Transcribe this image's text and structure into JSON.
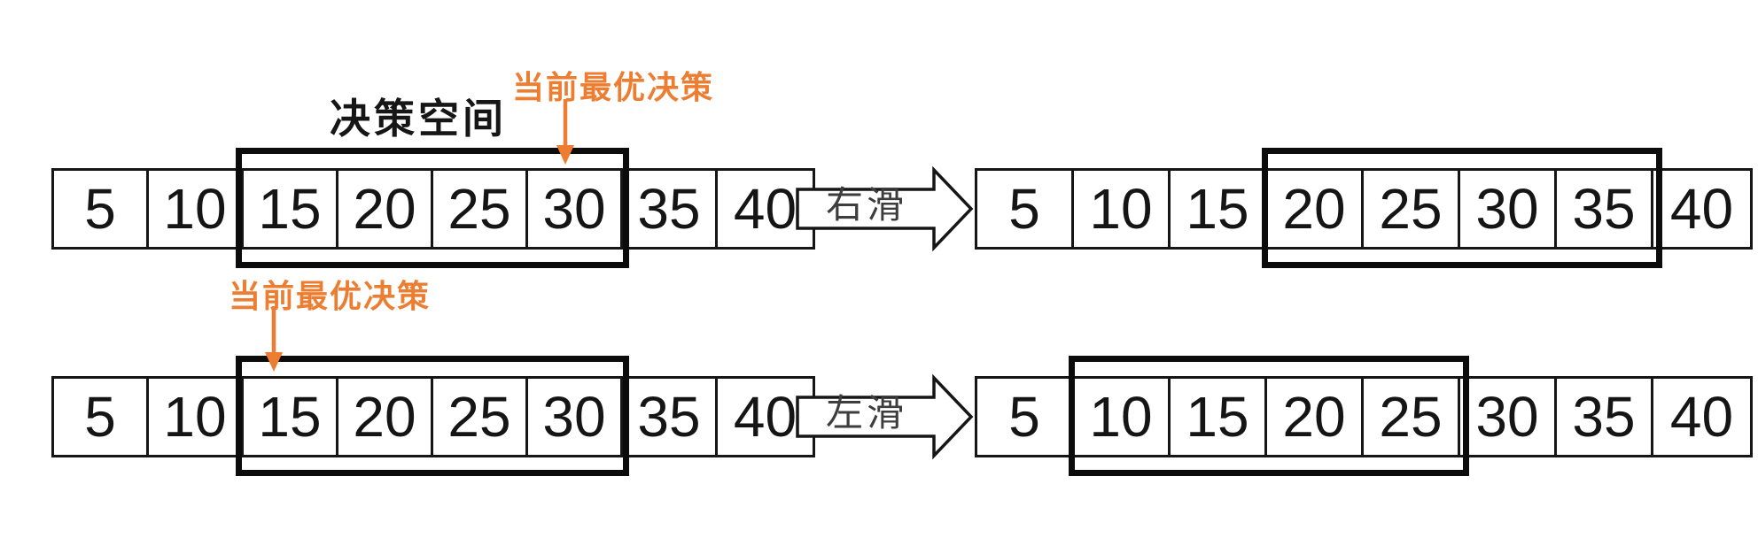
{
  "labels": {
    "decision_space": "决策空间",
    "optimal": "当前最优决策"
  },
  "colors": {
    "accent": "#ED7D31",
    "line": "#161616"
  },
  "row1": {
    "left_array": [
      "5",
      "10",
      "15",
      "20",
      "25",
      "30",
      "35",
      "40"
    ],
    "left_window": [
      "15",
      "20",
      "25",
      "30"
    ],
    "optimal_cell": "30",
    "slide_label": "右滑",
    "right_array": [
      "5",
      "10",
      "15",
      "20",
      "25",
      "30",
      "35",
      "40"
    ],
    "right_window": [
      "20",
      "25",
      "30",
      "35"
    ]
  },
  "row2": {
    "left_array": [
      "5",
      "10",
      "15",
      "20",
      "25",
      "30",
      "35",
      "40"
    ],
    "left_window": [
      "15",
      "20",
      "25",
      "30"
    ],
    "optimal_cell": "15",
    "slide_label": "左滑",
    "right_array": [
      "5",
      "10",
      "15",
      "20",
      "25",
      "30",
      "35",
      "40"
    ],
    "right_window": [
      "10",
      "15",
      "20",
      "25"
    ]
  }
}
